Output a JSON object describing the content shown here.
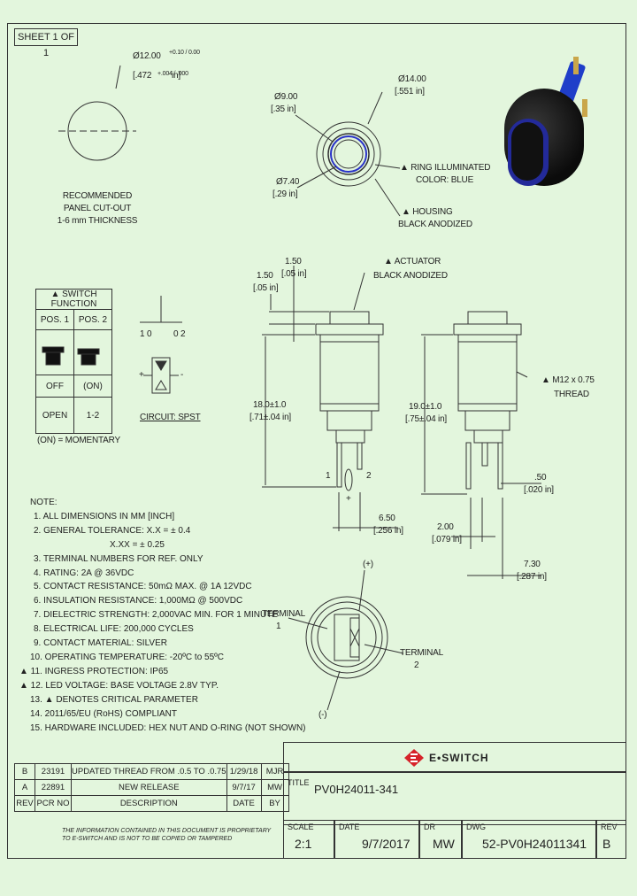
{
  "sheet": "SHEET 1 OF 1",
  "cutout": {
    "dim_top_mm": "Ø12.00",
    "dim_top_tol": "+0.10 / 0.00",
    "dim_top_in": "[.472",
    "dim_top_in_tol": "+.004 / .000",
    "dim_top_in_unit": "in]",
    "label_1": "RECOMMENDED",
    "label_2": "PANEL CUT-OUT",
    "label_3": "1-6 mm THICKNESS"
  },
  "front": {
    "d14": "Ø14.00",
    "d14_in": "[.551 in]",
    "d9": "Ø9.00",
    "d9_in": "[.35 in]",
    "d74": "Ø7.40",
    "d74_in": "[.29 in]",
    "ring_1": "▲ RING ILLUMINATED",
    "ring_2": "COLOR: BLUE",
    "housing_1": "▲ HOUSING",
    "housing_2": "BLACK ANODIZED"
  },
  "side": {
    "actuator_1": "▲ ACTUATOR",
    "actuator_2": "BLACK ANODIZED",
    "dim150a": "1.50",
    "dim150a_in": "[.05 in]",
    "dim150b": "1.50",
    "dim150b_in": "[.05 in]",
    "dim18": "18.0±1.0",
    "dim18_in": "[.71±.04 in]",
    "term1": "1",
    "term2": "2",
    "plus": "+",
    "dim650": "6.50",
    "dim650_in": "[.256 in]",
    "dim19": "19.0±1.0",
    "dim19_in": "[.75±.04 in]",
    "thread_1": "▲ M12 x 0.75",
    "thread_2": "THREAD",
    "dim050": ".50",
    "dim050_in": "[.020 in]",
    "dim200": "2.00",
    "dim200_in": "[.079 in]",
    "dim730": "7.30",
    "dim730_in": "[.287 in]"
  },
  "bottom_view": {
    "plus": "(+)",
    "minus": "(-)",
    "term1_a": "TERMINAL",
    "term1_b": "1",
    "term2_a": "TERMINAL",
    "term2_b": "2"
  },
  "switch_function": {
    "header": "▲ SWITCH FUNCTION",
    "col1": "POS. 1",
    "col2": "POS. 2",
    "row1": [
      "OFF",
      "(ON)"
    ],
    "row2": [
      "OPEN",
      "1-2"
    ],
    "footnote": "(ON) = MOMENTARY"
  },
  "circuit": {
    "label_1": "1",
    "label_0a": "0",
    "label_0b": "0",
    "label_2": "2",
    "plus": "+",
    "minus": "-",
    "caption": "CIRCUIT: SPST"
  },
  "notes": {
    "title": "NOTE:",
    "items": [
      "1. ALL DIMENSIONS IN MM [INCH]",
      "2. GENERAL TOLERANCE: X.X = ± 0.4",
      "X.XX = ± 0.25",
      "3. TERMINAL NUMBERS FOR REF. ONLY",
      "4. RATING: 2A @ 36VDC",
      "5. CONTACT RESISTANCE: 50mΩ MAX. @ 1A 12VDC",
      "6. INSULATION RESISTANCE: 1,000MΩ @ 500VDC",
      "7. DIELECTRIC STRENGTH: 2,000VAC MIN. FOR 1 MINUTE",
      "8. ELECTRICAL LIFE: 200,000 CYCLES",
      "9. CONTACT MATERIAL: SILVER",
      "10. OPERATING TEMPERATURE: -20ºC to 55ºC",
      "▲ 11. INGRESS PROTECTION: IP65",
      "▲ 12. LED VOLTAGE: BASE VOLTAGE 2.8V TYP.",
      "13. ▲ DENOTES CRITICAL PARAMETER",
      "14. 2011/65/EU (RoHS) COMPLIANT",
      "15. HARDWARE INCLUDED: HEX NUT AND O-RING (NOT SHOWN)"
    ]
  },
  "revisions": {
    "rows": [
      [
        "B",
        "23191",
        "UPDATED THREAD FROM .0.5 TO .0.75",
        "1/29/18",
        "MJR"
      ],
      [
        "A",
        "22891",
        "NEW RELEASE",
        "9/7/17",
        "MW"
      ]
    ],
    "header": [
      "REV",
      "PCR NO",
      "DESCRIPTION",
      "DATE",
      "BY"
    ]
  },
  "title_block": {
    "brand": "E•SWITCH",
    "title_label": "TITLE",
    "title": "PV0H24011-341",
    "proprietary_1": "THE INFORMATION CONTAINED IN THIS DOCUMENT IS PROPRIETARY",
    "proprietary_2": "TO E-SWITCH AND IS NOT TO BE COPIED OR TAMPERED",
    "scale_label": "SCALE",
    "scale": "2:1",
    "date_label": "DATE",
    "date": "9/7/2017",
    "dr_label": "DR",
    "dr": "MW",
    "dwg_label": "DWG",
    "dwg": "52-PV0H24011341",
    "rev_label": "REV",
    "rev": "B"
  },
  "colors": {
    "background": "#e3f6dd",
    "line": "#333333",
    "brand_red": "#d6232a",
    "ring_blue": "#2a32c8"
  }
}
